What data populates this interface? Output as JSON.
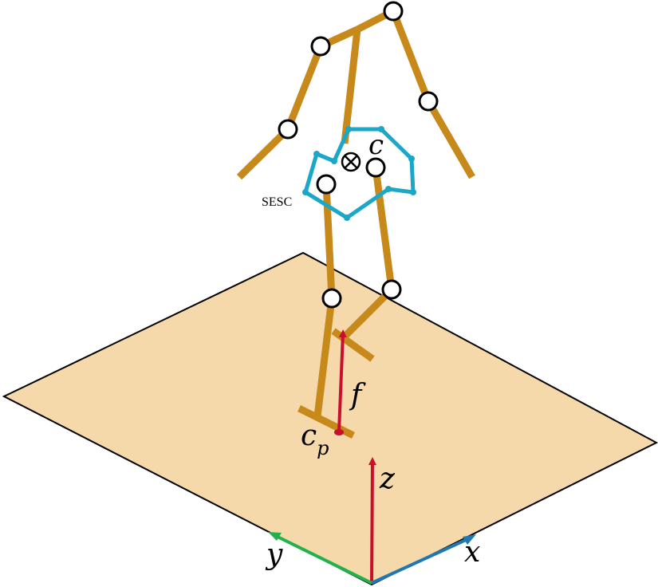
{
  "labels": {
    "com": "c",
    "sesc": "SESC",
    "force": "f",
    "cop_main": "c",
    "cop_sub": "p",
    "axis_z": "z",
    "axis_x": "x",
    "axis_y": "y"
  },
  "colors": {
    "ground_fill": "#f5d9aa",
    "ground_edge": "#000000",
    "limb": "#c8891b",
    "joint_fill": "#ffffff",
    "joint_edge": "#000000",
    "polygon": "#1aa7c8",
    "force_arrow": "#c8102e",
    "axis_x": "#1f78b4",
    "axis_y": "#22b24c",
    "axis_z": "#c8102e"
  },
  "icons": {
    "com_marker": "circled-times-icon",
    "joint_marker": "circle-icon",
    "cop_marker": "dot-icon"
  }
}
